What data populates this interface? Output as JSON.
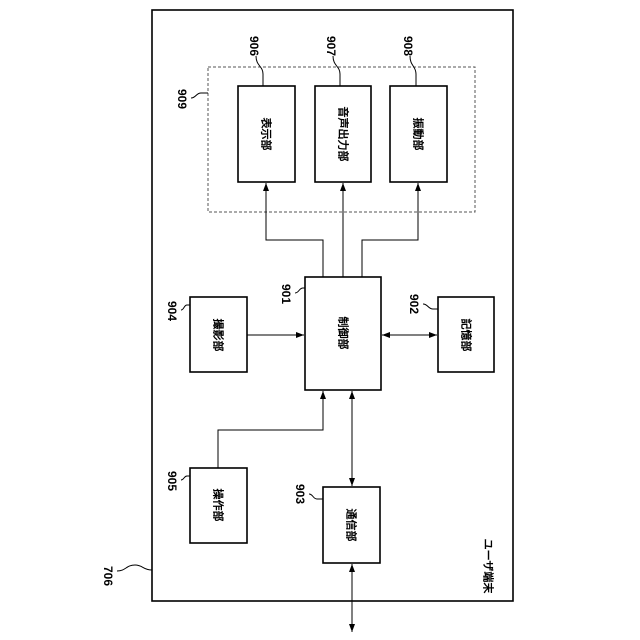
{
  "diagram": {
    "terminal": {
      "ref": "706",
      "title": "ユーザ端末"
    },
    "output_group": {
      "ref": "909"
    },
    "blocks": {
      "display": {
        "ref": "906",
        "label": "表示部"
      },
      "audio": {
        "ref": "907",
        "label": "音声出力部"
      },
      "vibration": {
        "ref": "908",
        "label": "振動部"
      },
      "control": {
        "ref": "901",
        "label": "制御部"
      },
      "camera": {
        "ref": "904",
        "label": "撮影部"
      },
      "storage": {
        "ref": "902",
        "label": "記憶部"
      },
      "operation": {
        "ref": "905",
        "label": "操作部"
      },
      "communication": {
        "ref": "903",
        "label": "通信部"
      }
    }
  }
}
